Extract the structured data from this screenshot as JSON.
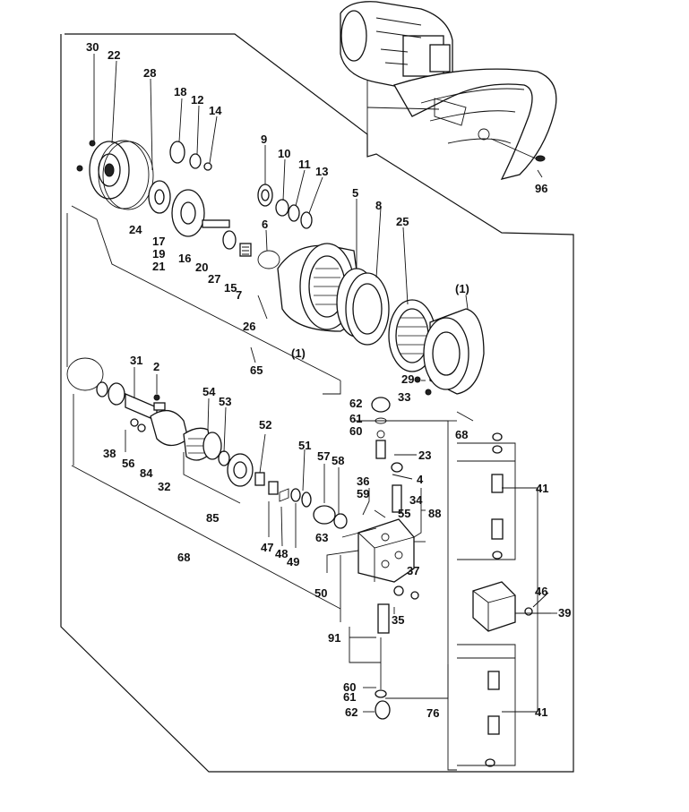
{
  "diagram": {
    "part_labels": [
      "30",
      "22",
      "28",
      "18",
      "12",
      "14",
      "9",
      "10",
      "11",
      "13",
      "5",
      "8",
      "25",
      "(1)",
      "6",
      "24",
      "17",
      "19",
      "21",
      "16",
      "20",
      "27",
      "15",
      "7",
      "26",
      "(1)",
      "65",
      "29",
      "33",
      "96",
      "31",
      "2",
      "54",
      "53",
      "62",
      "61",
      "60",
      "68",
      "38",
      "56",
      "84",
      "32",
      "85",
      "52",
      "51",
      "57",
      "58",
      "23",
      "36",
      "4",
      "59",
      "55",
      "34",
      "88",
      "41",
      "63",
      "47",
      "48",
      "49",
      "50",
      "37",
      "46",
      "39",
      "35",
      "91",
      "60",
      "61",
      "62",
      "76",
      "41",
      "68"
    ],
    "colors": {
      "ink": "#111111",
      "paper": "#ffffff"
    }
  }
}
